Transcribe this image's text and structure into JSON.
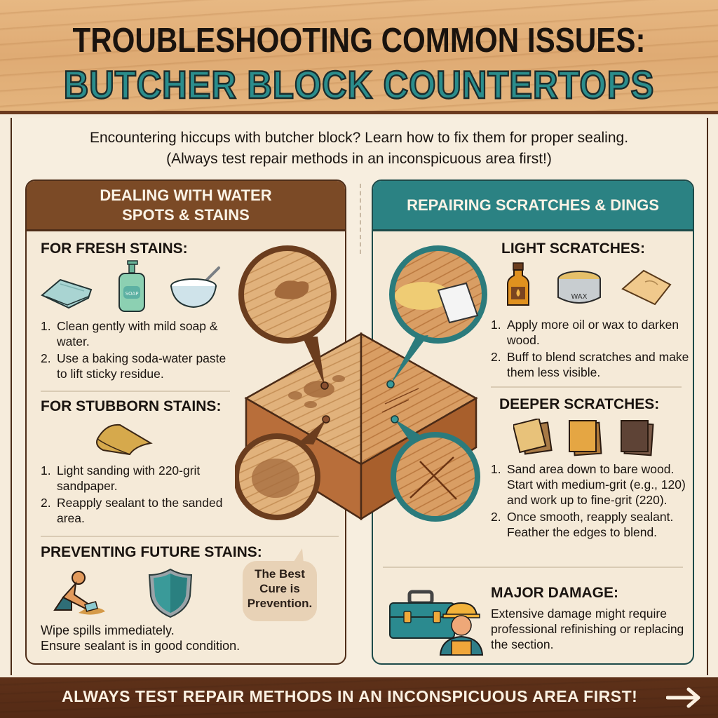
{
  "header": {
    "title_line1": "TROUBLESHOOTING COMMON ISSUES:",
    "title_line2": "BUTCHER BLOCK COUNTERTOPS"
  },
  "intro": {
    "line1": "Encountering hiccups with butcher block? Learn how to fix them for proper sealing.",
    "line2": "(Always test repair methods in an inconspicuous area first!)"
  },
  "left_panel": {
    "title_line1": "DEALING WITH WATER",
    "title_line2": "SPOTS & STAINS",
    "fresh": {
      "title": "FOR FRESH STAINS:",
      "icons": [
        "towel-icon",
        "soap-bottle-icon",
        "baking-soda-bowl-icon"
      ],
      "soap_label": "SOAP",
      "steps": [
        {
          "num": "1.",
          "text": "Clean gently with mild soap & water."
        },
        {
          "num": "2.",
          "text": "Use a baking soda-water paste to lift sticky residue."
        }
      ]
    },
    "stubborn": {
      "title": "FOR STUBBORN STAINS:",
      "icons": [
        "sandpaper-icon"
      ],
      "steps": [
        {
          "num": "1.",
          "text": "Light sanding with 220-grit sandpaper."
        },
        {
          "num": "2.",
          "text": "Reapply sealant to the sanded area."
        }
      ]
    },
    "preventing": {
      "title": "PREVENTING FUTURE STAINS:",
      "icons": [
        "person-wiping-icon",
        "shield-icon"
      ],
      "line1": "Wipe spills immediately.",
      "line2": "Ensure sealant is in good condition.",
      "bubble": "The Best Cure is Prevention."
    }
  },
  "right_panel": {
    "title": "REPAIRING SCRATCHES & DINGS",
    "light": {
      "title": "LIGHT SCRATCHES:",
      "icons": [
        "oil-bottle-icon",
        "wax-tin-icon",
        "buffing-cloth-icon"
      ],
      "wax_label": "WAX",
      "steps": [
        {
          "num": "1.",
          "text": "Apply more oil or wax to darken wood."
        },
        {
          "num": "2.",
          "text": "Buff to blend scratches and make them less visible."
        }
      ]
    },
    "deeper": {
      "title": "DEEPER SCRATCHES:",
      "icons": [
        "sandpaper-medium-icon",
        "sandpaper-fine-icon",
        "sandpaper-coarse-icon"
      ],
      "steps": [
        {
          "num": "1.",
          "text": "Sand area down to bare wood. Start with medium-grit (e.g., 120) and work up to fine-grit (220)."
        },
        {
          "num": "2.",
          "text": "Once smooth, reapply sealant. Feather the edges to blend."
        }
      ]
    },
    "major": {
      "title": "MAJOR DAMAGE:",
      "icons": [
        "toolbox-icon",
        "worker-icon"
      ],
      "text": "Extensive damage might require professional refinishing or replacing the section."
    }
  },
  "footer": {
    "text": "ALWAYS TEST REPAIR METHODS IN AN INCONSPICUOUS AREA FIRST!",
    "arrow_icon": "arrow-right-icon"
  },
  "colors": {
    "brown_header": "#7b4a26",
    "teal_header": "#2b8283",
    "title_teal": "#2b8d8c",
    "footer_brown": "#5a2e17",
    "panel_bg": "#f5ead8"
  }
}
